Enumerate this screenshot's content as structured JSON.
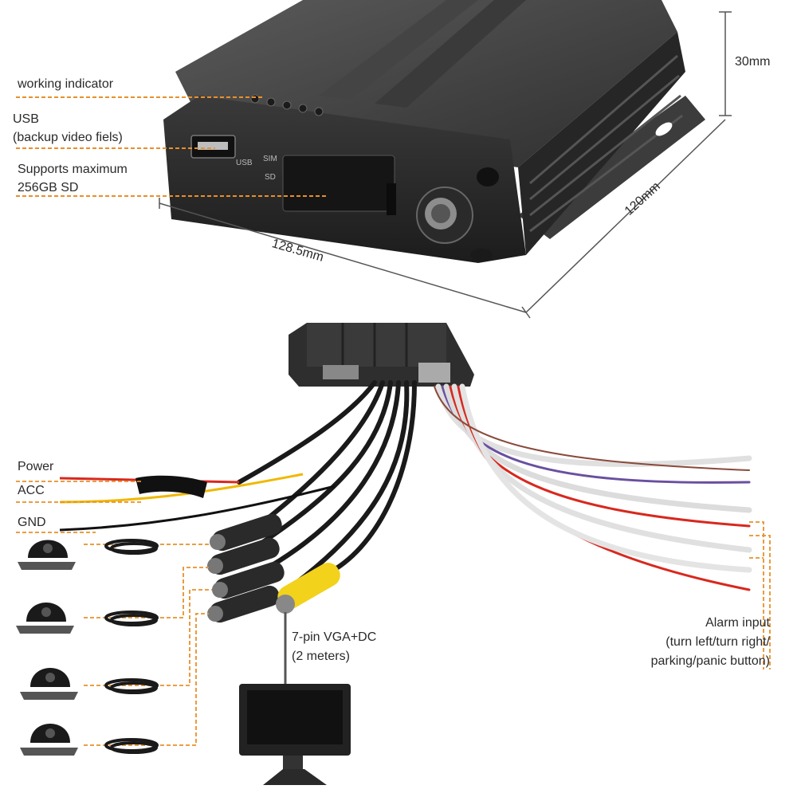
{
  "top_labels": {
    "working_indicator": "working indicator",
    "usb_line1": "USB",
    "usb_line2": "(backup video fiels)",
    "sd_line1": "Supports maximum",
    "sd_line2": "256GB SD",
    "usb_port": "USB",
    "sim_slot": "SIM",
    "sd_slot": "SD"
  },
  "dimensions": {
    "height": "30mm",
    "depth": "120mm",
    "width": "128.5mm"
  },
  "wiring_labels": {
    "power": "Power",
    "acc": "ACC",
    "gnd": "GND",
    "vga_line1": "7-pin VGA+DC",
    "vga_line2": "(2 meters)",
    "alarm_line1": "Alarm input",
    "alarm_line2": "(turn left/turn right/",
    "alarm_line3": "parking/panic button)"
  },
  "colors": {
    "leader_orange": "#e8902a",
    "device_body": "#2b2b2b",
    "power_red": "#d8281e",
    "acc_yellow": "#f0b800",
    "alarm_purple": "#6a4fa0",
    "vga_yellow": "#f2d21b"
  },
  "icons": [
    "dvr-device-icon",
    "camera-icon",
    "cable-coil-icon",
    "monitor-icon",
    "fuse-icon"
  ]
}
